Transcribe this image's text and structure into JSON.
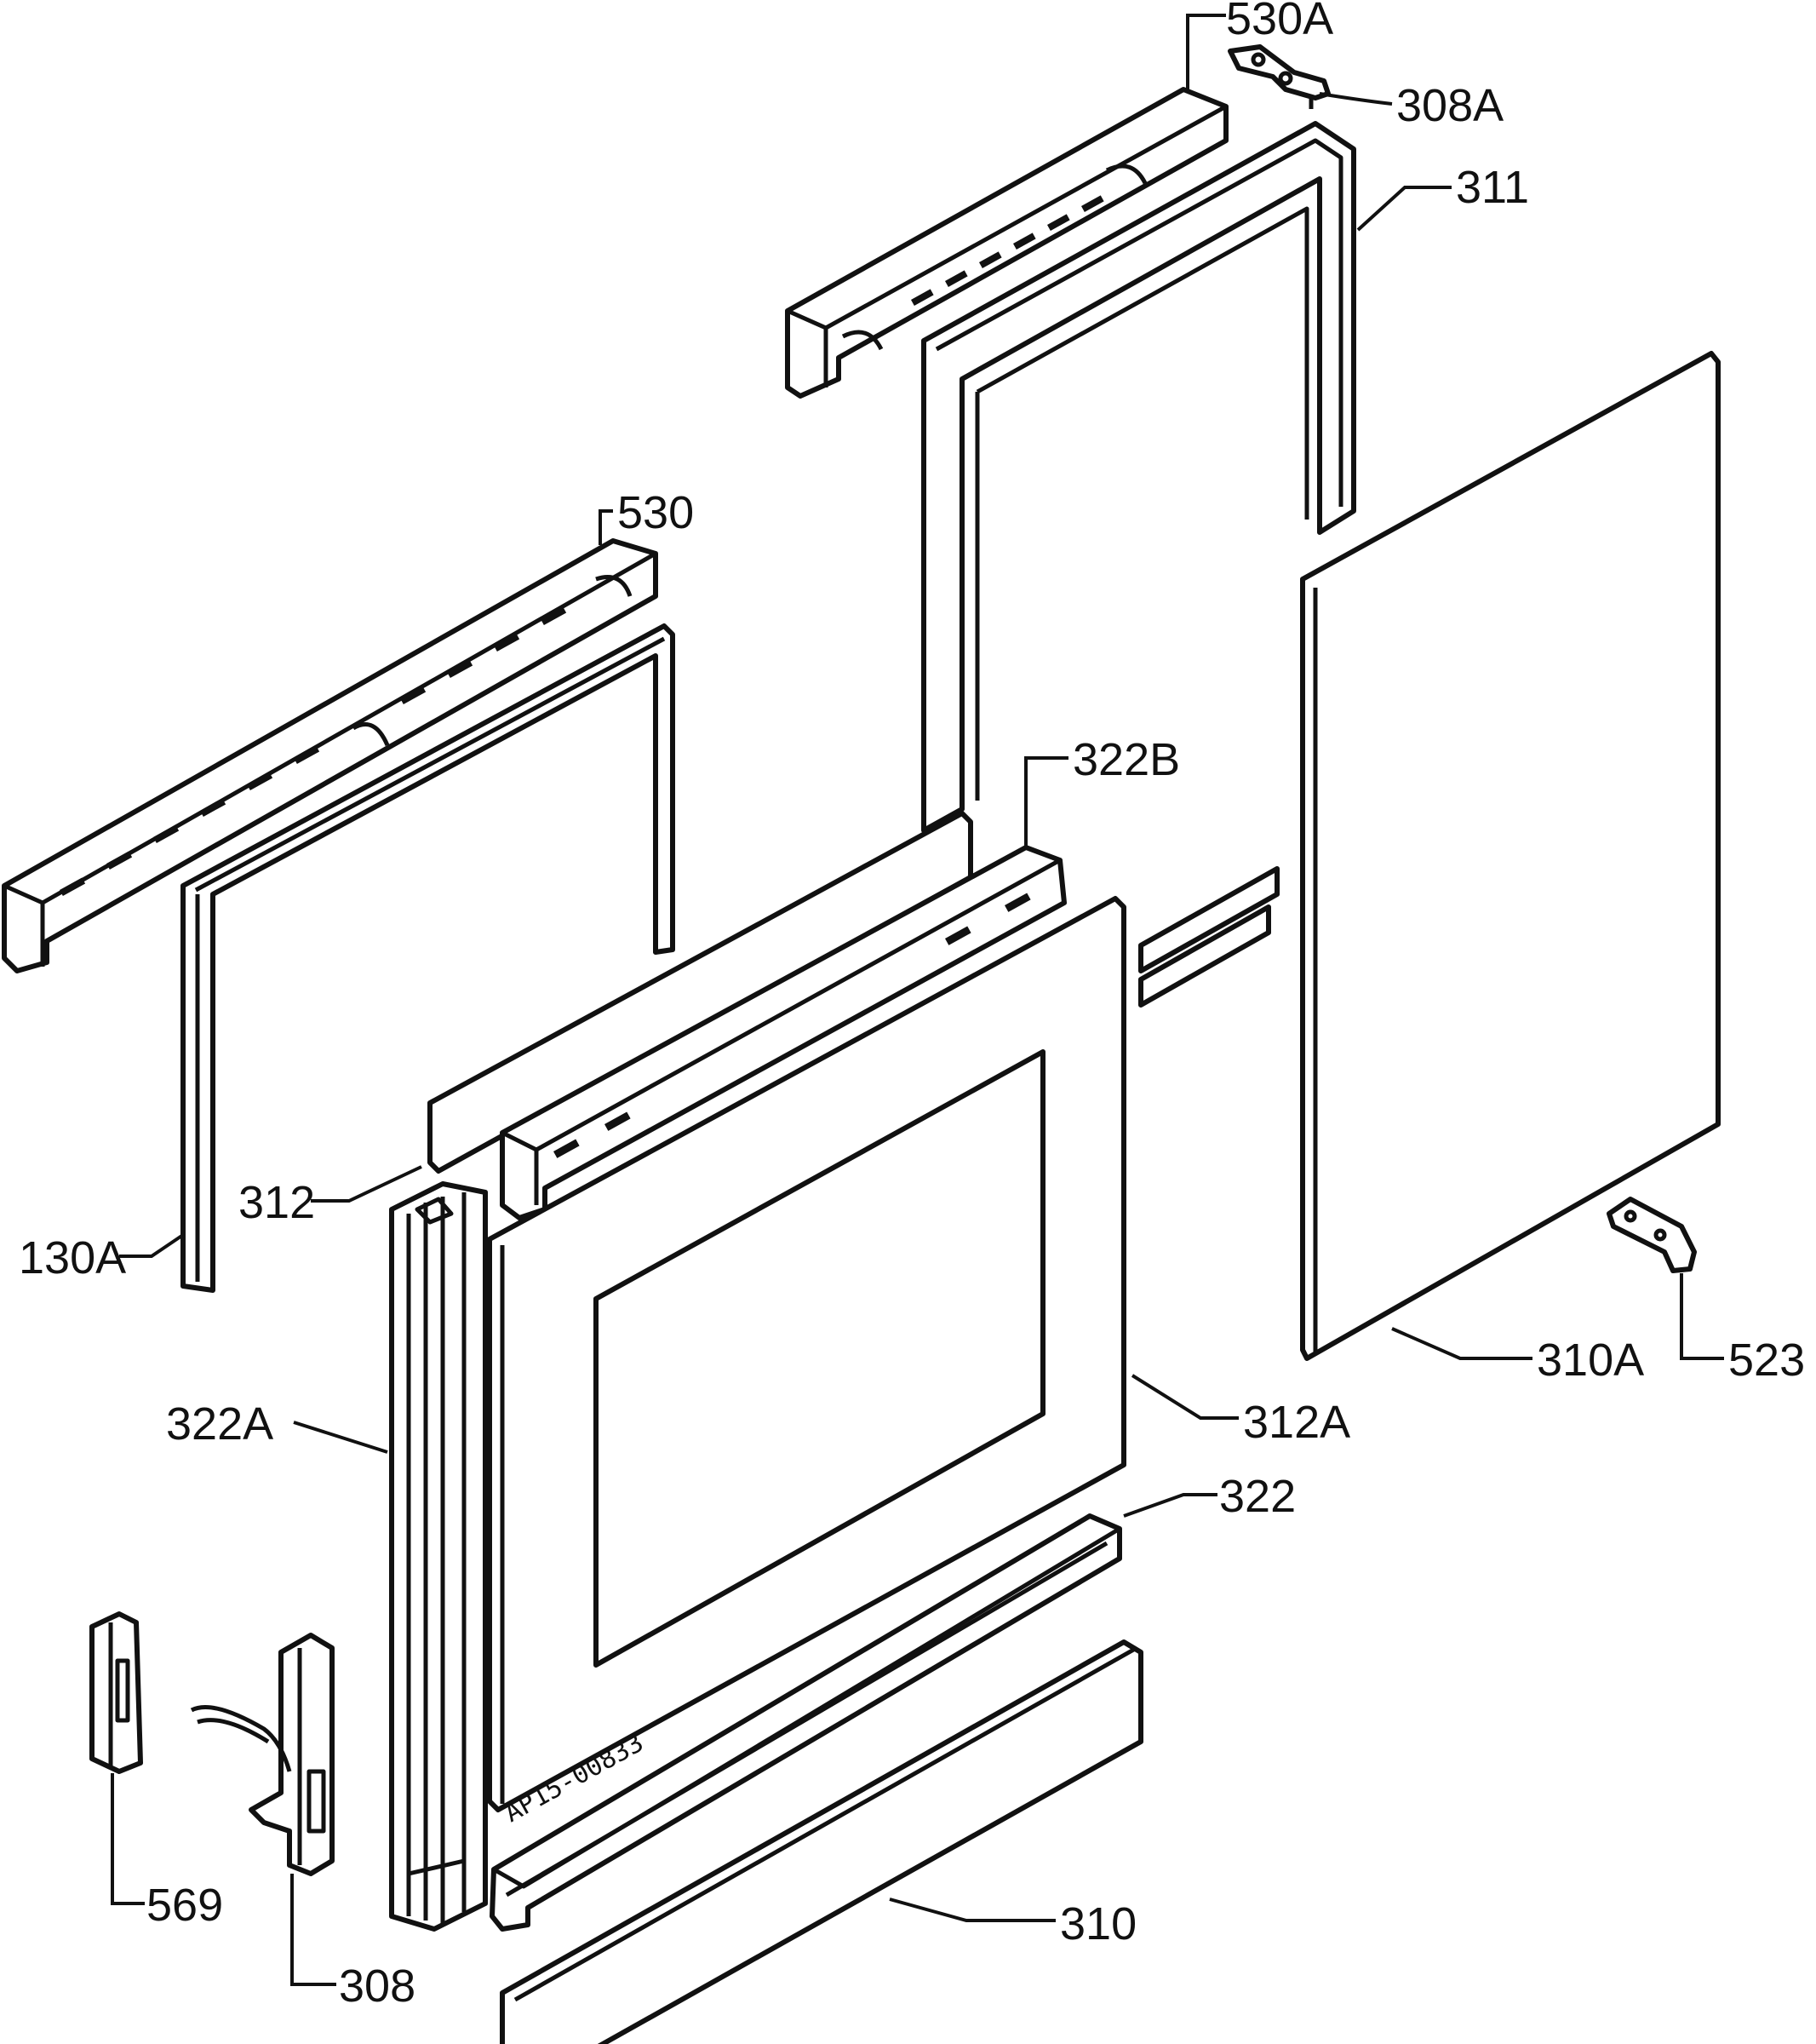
{
  "labels": {
    "l530A": "530A",
    "l308A": "308A",
    "l311": "311",
    "l530": "530",
    "l322B": "322B",
    "l312": "312",
    "l130A": "130A",
    "l322A": "322A",
    "l312A": "312A",
    "l310A": "310A",
    "l523": "523",
    "l322": "322",
    "l569": "569",
    "l308": "308",
    "l310": "310"
  },
  "stamp": "AP15-00833",
  "colors": {
    "ink": "#111111",
    "paper": "#ffffff"
  }
}
